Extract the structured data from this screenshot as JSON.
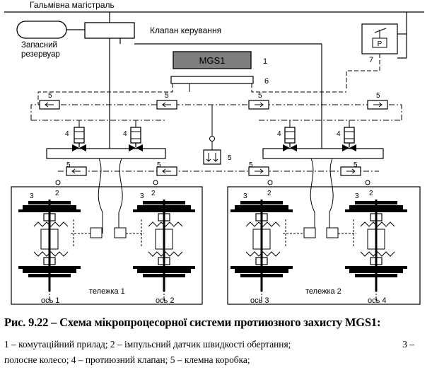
{
  "diagram": {
    "labels": {
      "main_line": "Гальмівна магістраль",
      "reserve_tank_line1": "Запасний",
      "reserve_tank_line2": "резервуар",
      "control_valve": "Клапан керування",
      "mgs1": "MGS1",
      "num_1": "1",
      "num_6": "6",
      "num_7": "7",
      "pressure_p": "P",
      "num_5": "5",
      "num_4": "4",
      "num_2": "2",
      "num_3": "3",
      "bogie_1": "тележка 1",
      "bogie_2": "тележка 2",
      "axle_1": "ось 1",
      "axle_2": "ось 2",
      "axle_3": "ось 3",
      "axle_4": "ось 4"
    },
    "colors": {
      "mgs1_fill": "#7f7f7f",
      "line": "#000000"
    }
  },
  "caption": {
    "title": "Рис. 9.22 – Схема мікропроцесорної системи протиюзного захисту MGS1:",
    "legend_1": "1 – комутаційний прилад; 2 – імпульсний датчик швидкості обертання;",
    "legend_3_part": "3 –",
    "legend_2": "полосне колесо; 4 – протиюзний клапан; 5 – клемна коробка;"
  }
}
